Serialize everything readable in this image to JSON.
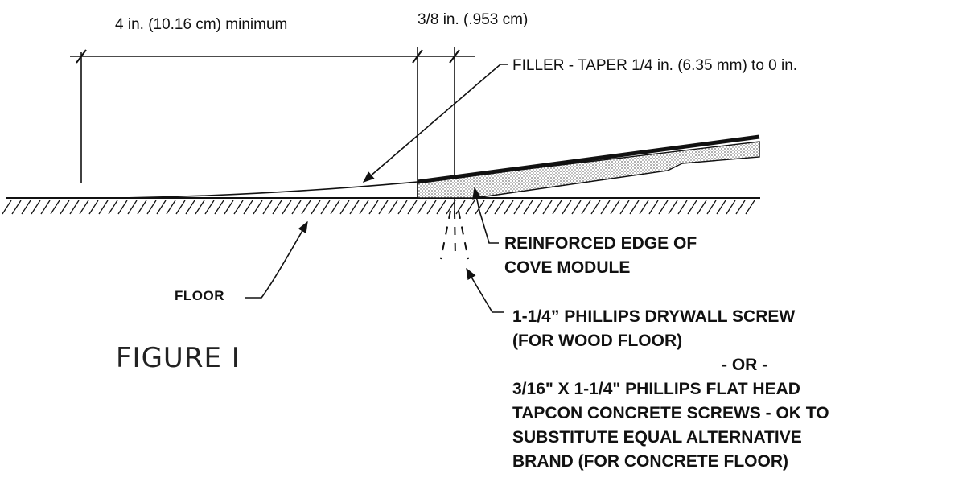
{
  "dimensions": {
    "minimum_label": "4 in.  (10.16 cm) minimum",
    "gap_label": "3/8 in. (.953 cm)"
  },
  "callouts": {
    "filler": "FILLER - TAPER 1/4 in. (6.35 mm) to 0 in.",
    "edge_line1": "REINFORCED EDGE OF",
    "edge_line2": "COVE MODULE",
    "floor": "FLOOR",
    "screw_lines": [
      "1-1/4” PHILLIPS DRYWALL SCREW",
      "(FOR WOOD FLOOR)",
      "- OR -",
      "3/16\" X 1-1/4\" PHILLIPS FLAT HEAD",
      "TAPCON CONCRETE SCREWS - OK TO",
      "SUBSTITUTE EQUAL ALTERNATIVE",
      "BRAND (FOR CONCRETE FLOOR)"
    ]
  },
  "figure_label": "FIGURE I",
  "colors": {
    "ink": "#111111",
    "fill_pattern": "#999999"
  }
}
